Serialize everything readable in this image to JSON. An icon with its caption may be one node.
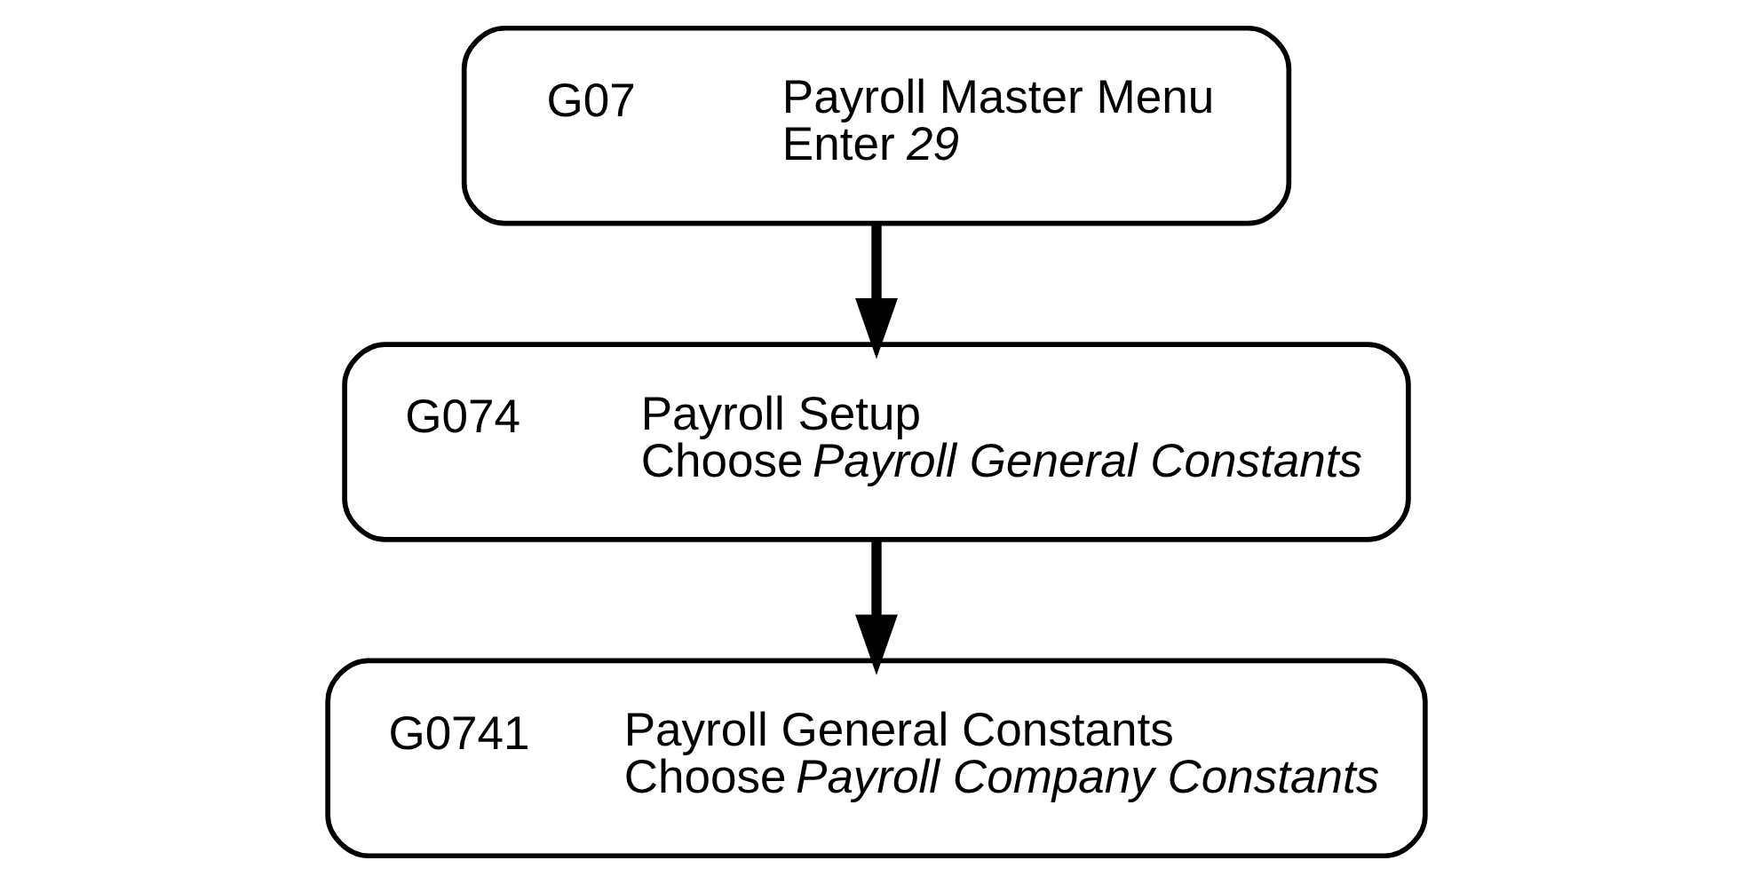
{
  "diagram": {
    "nodes": [
      {
        "text": [
          "G07",
          "Payroll Master Menu",
          "Enter *29*"
        ]
      },
      {
        "text": [
          "G074",
          "Payroll Setup",
          "Choose *Payroll General Constants*"
        ]
      },
      {
        "text": [
          "G0741",
          "Payroll General Constants",
          "Choose *Payroll Company Constants*"
        ]
      }
    ],
    "edges": [
      {
        "from": 0,
        "to": 1,
        "arrow": "to"
      },
      {
        "from": 1,
        "to": 2,
        "arrow": "to"
      }
    ]
  }
}
